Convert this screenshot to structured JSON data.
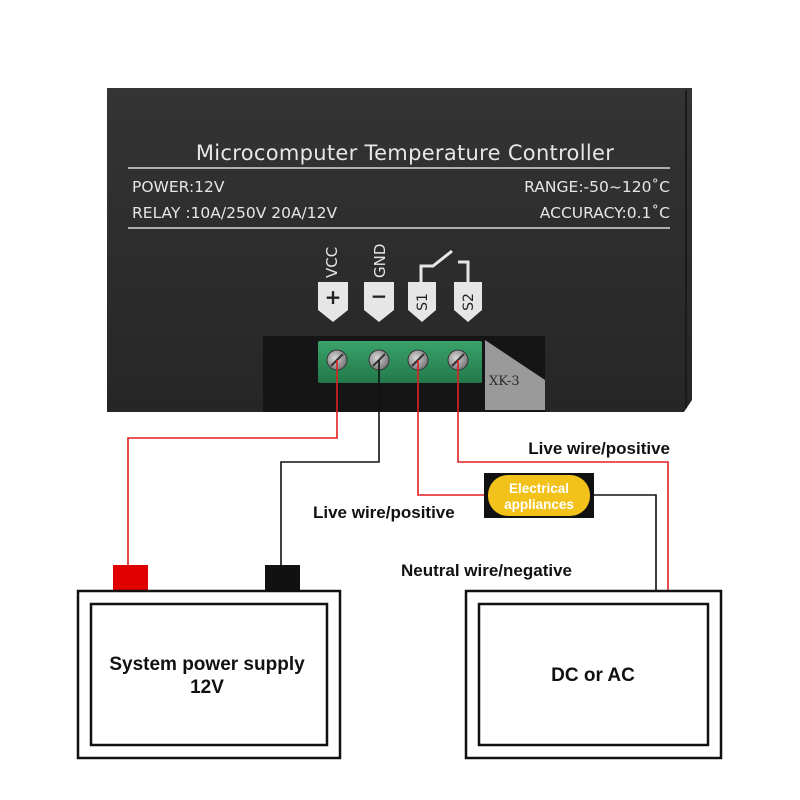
{
  "device": {
    "title": "Microcomputer Temperature Controller",
    "power_label": "POWER:12V",
    "relay_label": "RELAY :10A/250V  20A/12V",
    "range_label": "RANGE:-50~120˚C",
    "accuracy_label": "ACCURACY:0.1˚C",
    "terminal_marking": "XK-3",
    "terminals": [
      {
        "label": "VCC",
        "symbol": "+"
      },
      {
        "label": "GND",
        "symbol": "−"
      },
      {
        "label": "",
        "symbol": "S1"
      },
      {
        "label": "",
        "symbol": "S2"
      }
    ]
  },
  "wire_labels": {
    "live_top": "Live wire/positive",
    "live_mid": "Live wire/positive",
    "neutral": "Neutral wire/negative"
  },
  "appliance": {
    "line1": "Electrical",
    "line2": "appliances"
  },
  "boxes": {
    "power_supply_line1": "System power supply",
    "power_supply_line2": "12V",
    "dc_ac": "DC or AC"
  },
  "colors": {
    "device_body": "#2b2b2b",
    "terminal_block": "#2e8b57",
    "wire_red": "#e02020",
    "wire_black": "#111111",
    "battery_positive": "#e00000",
    "appliance_badge": "#f2c21b"
  }
}
